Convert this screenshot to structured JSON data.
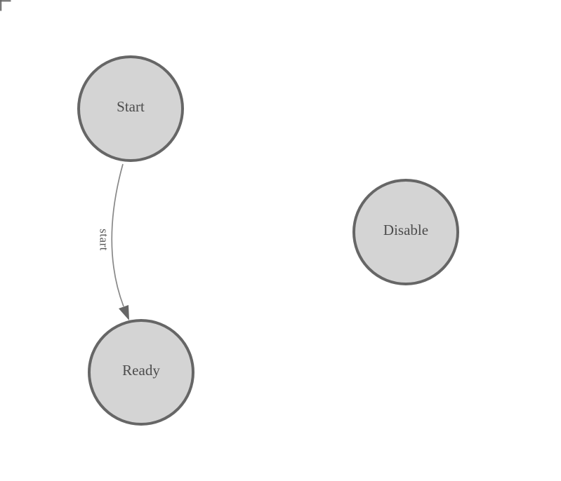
{
  "diagram": {
    "type": "state-diagram",
    "colors": {
      "background": "#ffffff",
      "node_fill": "#d4d4d4",
      "node_stroke": "#666666",
      "node_label": "#4c4c4c",
      "edge_line": "#888888",
      "arrowhead": "#666666",
      "edge_label": "#555555",
      "origin_mark": "#666666"
    },
    "nodes": [
      {
        "id": "start",
        "label": "Start"
      },
      {
        "id": "ready",
        "label": "Ready"
      },
      {
        "id": "disable",
        "label": "Disable"
      }
    ],
    "edges": [
      {
        "from": "start",
        "to": "ready",
        "label": "start"
      }
    ]
  }
}
